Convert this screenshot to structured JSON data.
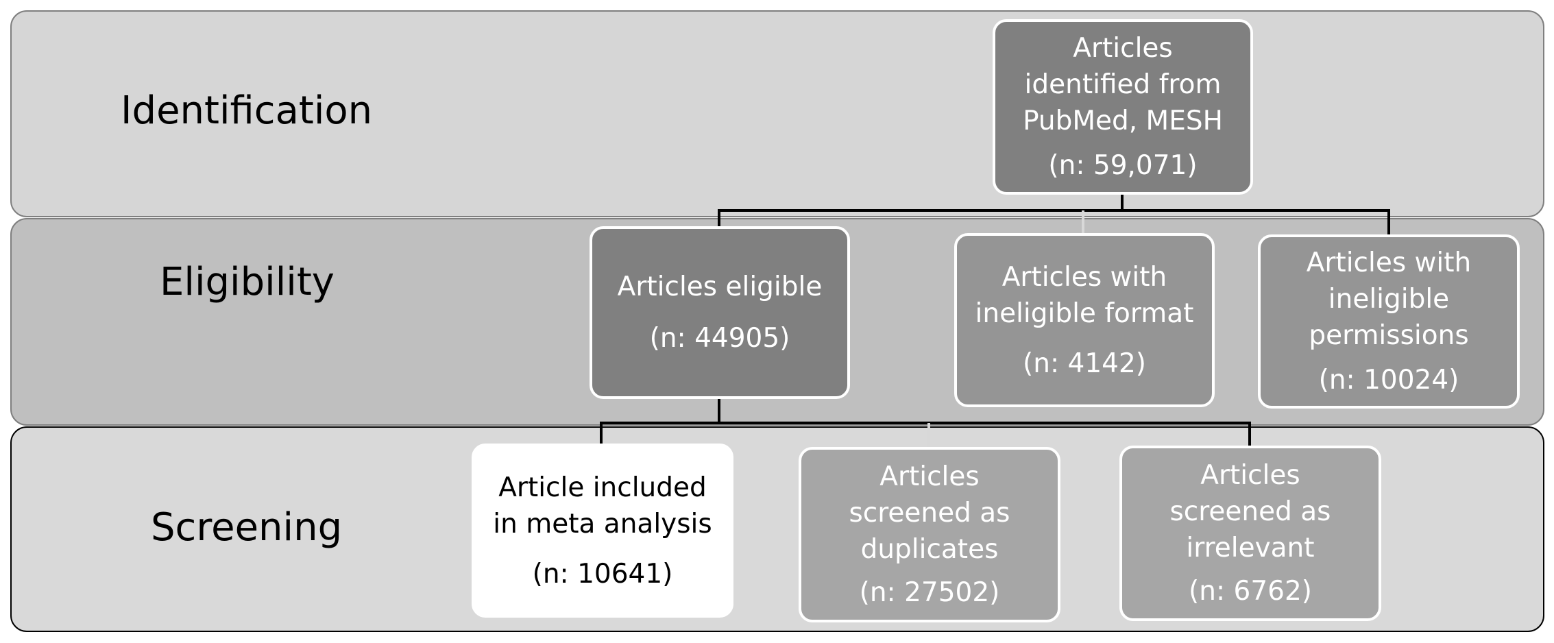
{
  "stages": {
    "identification": "Identification",
    "eligibility": "Eligibility",
    "screening": "Screening"
  },
  "boxes": {
    "identified": {
      "title": "Articles\nidentified from\nPubMed, MESH",
      "count": "(n: 59,071)"
    },
    "eligible": {
      "title": "Articles eligible",
      "count": "(n: 44905)"
    },
    "ineligible_format": {
      "title": "Articles with\nineligible format",
      "count": "(n: 4142)"
    },
    "ineligible_permissions": {
      "title": "Articles with\nineligible\npermissions",
      "count": "(n: 10024)"
    },
    "included": {
      "title": "Article included\nin meta analysis",
      "count": "(n: 10641)"
    },
    "duplicates": {
      "title": "Articles\nscreened as\nduplicates",
      "count": "(n: 27502)"
    },
    "irrelevant": {
      "title": "Articles\nscreened as\nirrelevant",
      "count": "(n: 6762)"
    }
  },
  "colors": {
    "band_identification": "#d6d6d6",
    "band_eligibility": "#bfbfbf",
    "band_screening": "#d9d9d9",
    "box_dark": "#808080",
    "box_mid": "#959595",
    "box_light": "#a6a6a6",
    "connector": "#000000"
  }
}
